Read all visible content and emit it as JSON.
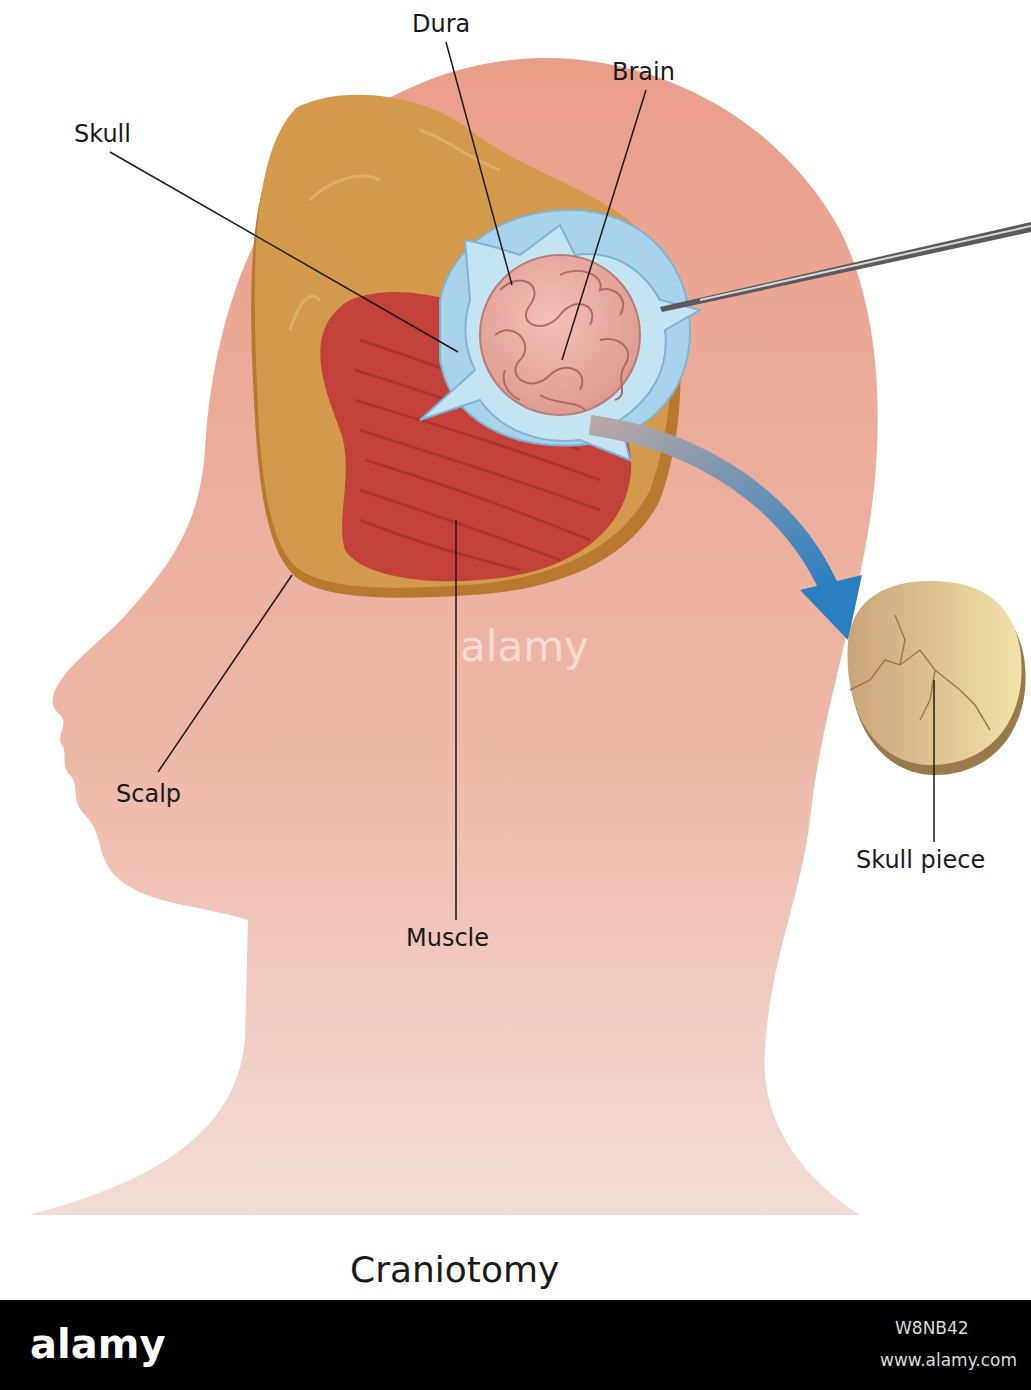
{
  "diagram": {
    "caption": "Craniotomy",
    "labels": [
      "Dura",
      "Brain",
      "Skull",
      "Scalp",
      "Muscle",
      "Skull piece",
      "alamy",
      "alamy",
      "W8NB42",
      "www.alamy.com"
    ]
  }
}
